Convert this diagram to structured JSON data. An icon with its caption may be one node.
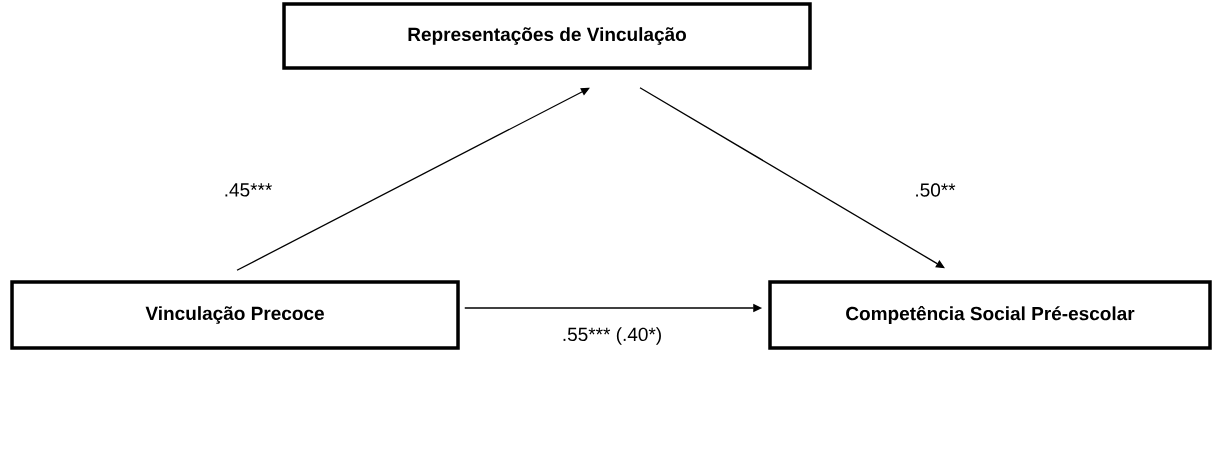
{
  "diagram": {
    "nodes": [
      {
        "text": [
          "Representações de Vinculação"
        ]
      },
      {
        "text": [
          "Vinculação Precoce"
        ]
      },
      {
        "text": [
          "Competência Social Pré-escolar"
        ]
      }
    ],
    "edges": [
      {
        "from": 1,
        "to": 0,
        "arrow": "to",
        "label": ".45***"
      },
      {
        "from": 0,
        "to": 2,
        "arrow": "to",
        "label": ".50**"
      },
      {
        "from": 1,
        "to": 2,
        "arrow": "to",
        "label": ".55*** (.40*)"
      }
    ]
  }
}
